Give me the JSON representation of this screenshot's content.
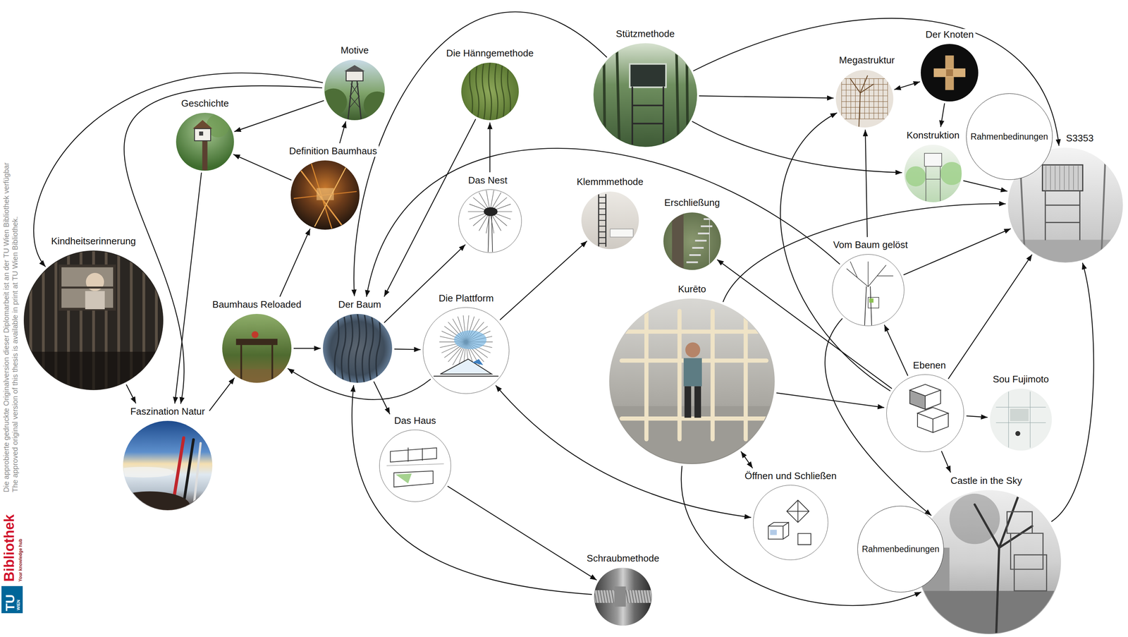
{
  "diagram": {
    "nodes": [
      {
        "text": [
          "Kindheitserinnerung"
        ]
      },
      {
        "text": [
          "Faszination Natur"
        ]
      },
      {
        "text": [
          "Geschichte"
        ]
      },
      {
        "text": [
          "Motive"
        ]
      },
      {
        "text": [
          "Definition Baumhaus"
        ]
      },
      {
        "text": [
          "Baumhaus Reloaded"
        ]
      },
      {
        "text": [
          "Der Baum"
        ]
      },
      {
        "text": [
          "Die Hänngemethode"
        ]
      },
      {
        "text": [
          "Das Nest"
        ]
      },
      {
        "text": [
          "Die Plattform"
        ]
      },
      {
        "text": [
          "Das Haus"
        ]
      },
      {
        "text": [
          "Schraubmethode"
        ]
      },
      {
        "text": [
          "Stützmethode"
        ]
      },
      {
        "text": [
          "Klemmmethode"
        ]
      },
      {
        "text": [
          "Erschließung"
        ]
      },
      {
        "text": [
          "Kurēto"
        ]
      },
      {
        "text": [
          "Öffnen und Schließen"
        ]
      },
      {
        "text": [
          "Megastruktur"
        ]
      },
      {
        "text": [
          "Der Knoten"
        ]
      },
      {
        "text": [
          "Konstruktion"
        ]
      },
      {
        "text": [
          "Vom Baum gelöst"
        ]
      },
      {
        "text": [
          "Ebenen"
        ]
      },
      {
        "text": [
          "Sou Fujimoto"
        ]
      },
      {
        "text": [
          "S3353"
        ]
      },
      {
        "text": [
          "Rahmenbedinungen"
        ]
      },
      {
        "text": [
          "Castle in the Sky"
        ]
      },
      {
        "text": [
          "Rahmenbedinungen"
        ]
      }
    ],
    "edges": [
      {
        "from": 3,
        "to": 2,
        "arrow": "to"
      },
      {
        "from": 3,
        "to": 0,
        "arrow": "to"
      },
      {
        "from": 3,
        "to": 1,
        "arrow": "to"
      },
      {
        "from": 2,
        "to": 1,
        "arrow": "to"
      },
      {
        "from": 4,
        "to": 2,
        "arrow": "to"
      },
      {
        "from": 4,
        "to": 3,
        "arrow": "to"
      },
      {
        "from": 5,
        "to": 4,
        "arrow": "to"
      },
      {
        "from": 0,
        "to": 1,
        "arrow": "to"
      },
      {
        "from": 1,
        "to": 5,
        "arrow": "to"
      },
      {
        "from": 5,
        "to": 6,
        "arrow": "to"
      },
      {
        "from": 6,
        "to": 9,
        "arrow": "to"
      },
      {
        "from": 6,
        "to": 10,
        "arrow": "to"
      },
      {
        "from": 9,
        "to": 5,
        "arrow": "to"
      },
      {
        "from": 6,
        "to": 8,
        "arrow": "to"
      },
      {
        "from": 8,
        "to": 7,
        "arrow": "to"
      },
      {
        "from": 7,
        "to": 6,
        "arrow": "to"
      },
      {
        "from": 12,
        "to": 6,
        "arrow": "to"
      },
      {
        "from": 20,
        "to": 6,
        "arrow": "to"
      },
      {
        "from": 9,
        "to": 13,
        "arrow": "to"
      },
      {
        "from": 9,
        "to": 16,
        "arrow": "both"
      },
      {
        "from": 10,
        "to": 11,
        "arrow": "to"
      },
      {
        "from": 11,
        "to": 6,
        "arrow": "to"
      },
      {
        "from": 12,
        "to": 17,
        "arrow": "to"
      },
      {
        "from": 12,
        "to": 19,
        "arrow": "to"
      },
      {
        "from": 12,
        "to": 23,
        "arrow": "to"
      },
      {
        "from": 17,
        "to": 18,
        "arrow": "both"
      },
      {
        "from": 18,
        "to": 19,
        "arrow": "to"
      },
      {
        "from": 19,
        "to": 23,
        "arrow": "to"
      },
      {
        "from": 20,
        "to": 17,
        "arrow": "to"
      },
      {
        "from": 20,
        "to": 23,
        "arrow": "to"
      },
      {
        "from": 15,
        "to": 23,
        "arrow": "to"
      },
      {
        "from": 15,
        "to": 21,
        "arrow": "to"
      },
      {
        "from": 15,
        "to": 16,
        "arrow": "both"
      },
      {
        "from": 15,
        "to": 25,
        "arrow": "to"
      },
      {
        "from": 21,
        "to": 20,
        "arrow": "to"
      },
      {
        "from": 21,
        "to": 22,
        "arrow": "to"
      },
      {
        "from": 21,
        "to": 23,
        "arrow": "to"
      },
      {
        "from": 21,
        "to": 25,
        "arrow": "to"
      },
      {
        "from": 21,
        "to": 14,
        "arrow": "to"
      },
      {
        "from": 21,
        "to": 17,
        "arrow": "to"
      },
      {
        "from": 20,
        "to": 25,
        "arrow": "to"
      },
      {
        "from": 25,
        "to": 23,
        "arrow": "to"
      }
    ],
    "labels": [
      "Die approbierte gedruckte Originalversion dieser Diplomarbeit ist an der TU Wien Bibliothek verfügbar",
      "The approved original version of this thesis is available in print at TU Wien Bibliothek.",
      "TU",
      "WIEN",
      "Bibliothek",
      "Your knowledge hub"
    ]
  }
}
